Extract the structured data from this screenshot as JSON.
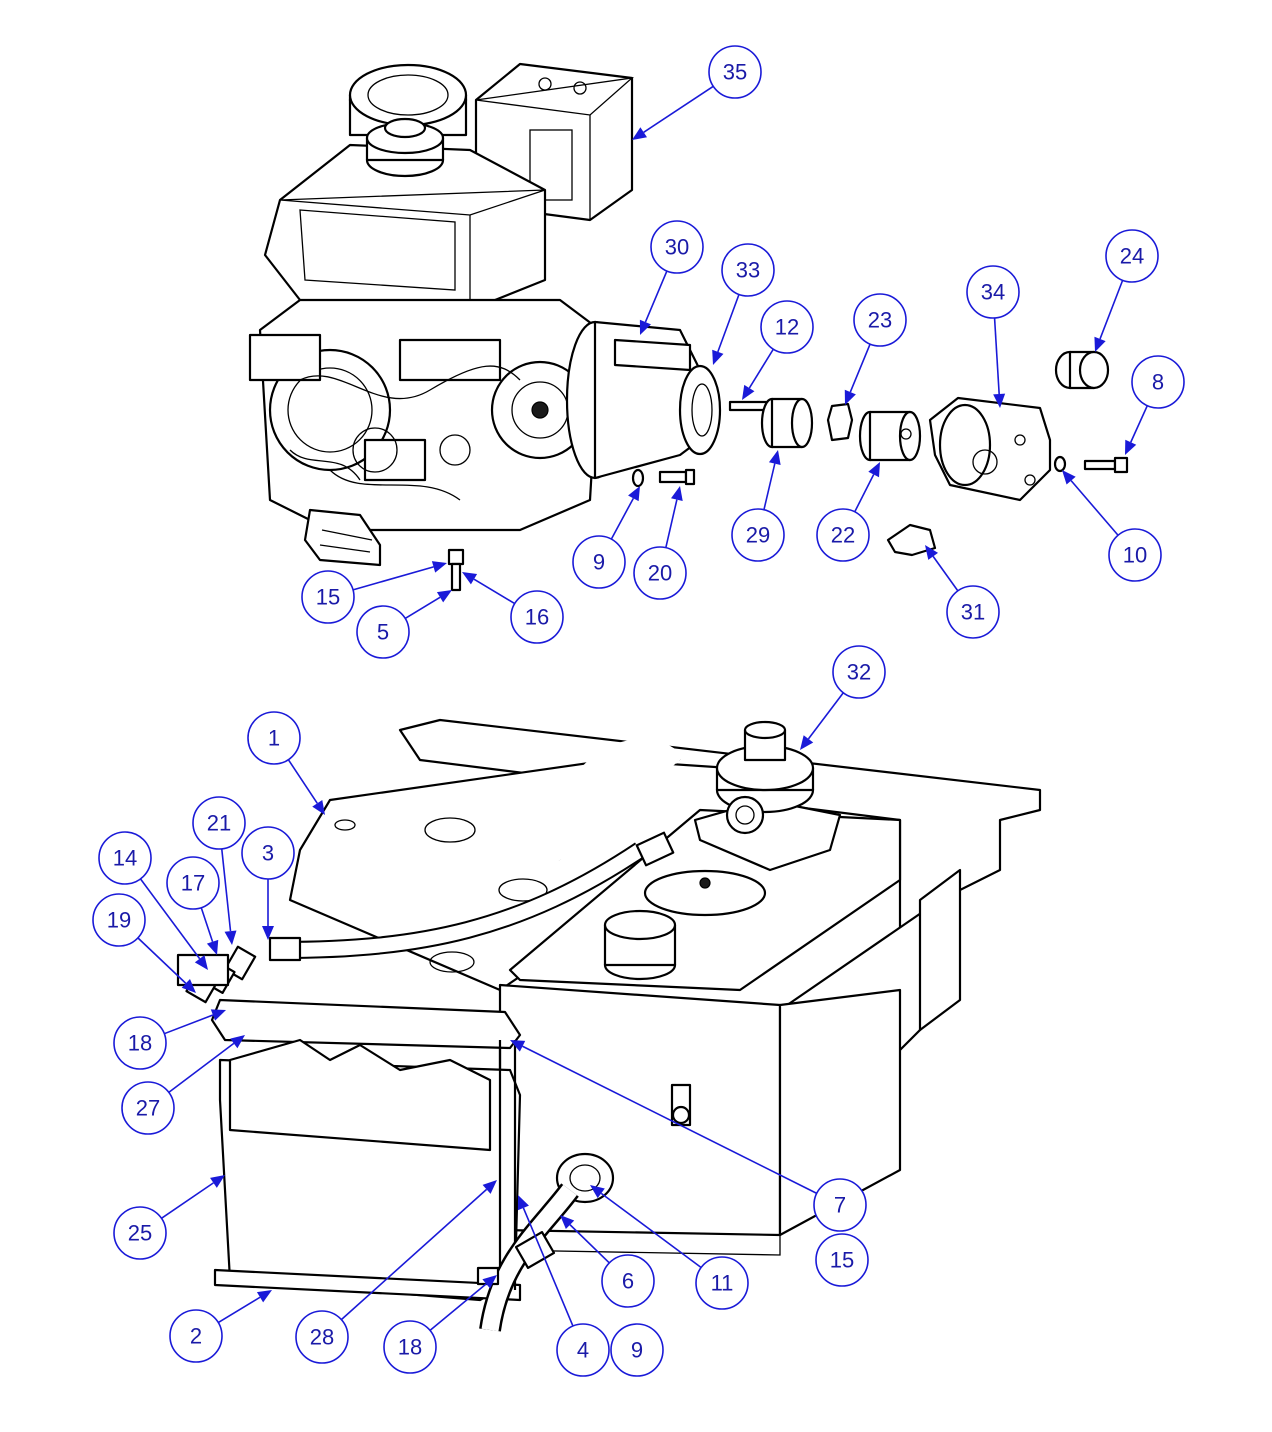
{
  "callouts": [
    {
      "label": "35"
    },
    {
      "label": "30"
    },
    {
      "label": "33"
    },
    {
      "label": "12"
    },
    {
      "label": "23"
    },
    {
      "label": "34"
    },
    {
      "label": "24"
    },
    {
      "label": "8"
    },
    {
      "label": "29"
    },
    {
      "label": "22"
    },
    {
      "label": "10"
    },
    {
      "label": "9"
    },
    {
      "label": "20"
    },
    {
      "label": "31"
    },
    {
      "label": "15"
    },
    {
      "label": "16"
    },
    {
      "label": "5"
    },
    {
      "label": "32"
    },
    {
      "label": "1"
    },
    {
      "label": "21"
    },
    {
      "label": "3"
    },
    {
      "label": "14"
    },
    {
      "label": "17"
    },
    {
      "label": "19"
    },
    {
      "label": "18"
    },
    {
      "label": "27"
    },
    {
      "label": "7"
    },
    {
      "label": "15"
    },
    {
      "label": "25"
    },
    {
      "label": "6"
    },
    {
      "label": "11"
    },
    {
      "label": "2"
    },
    {
      "label": "28"
    },
    {
      "label": "18"
    },
    {
      "label": "4"
    },
    {
      "label": "9"
    }
  ],
  "colors": {
    "callout": "#1a1ad8",
    "callout_text": "#1a1aa8",
    "line_art": "#000000"
  }
}
